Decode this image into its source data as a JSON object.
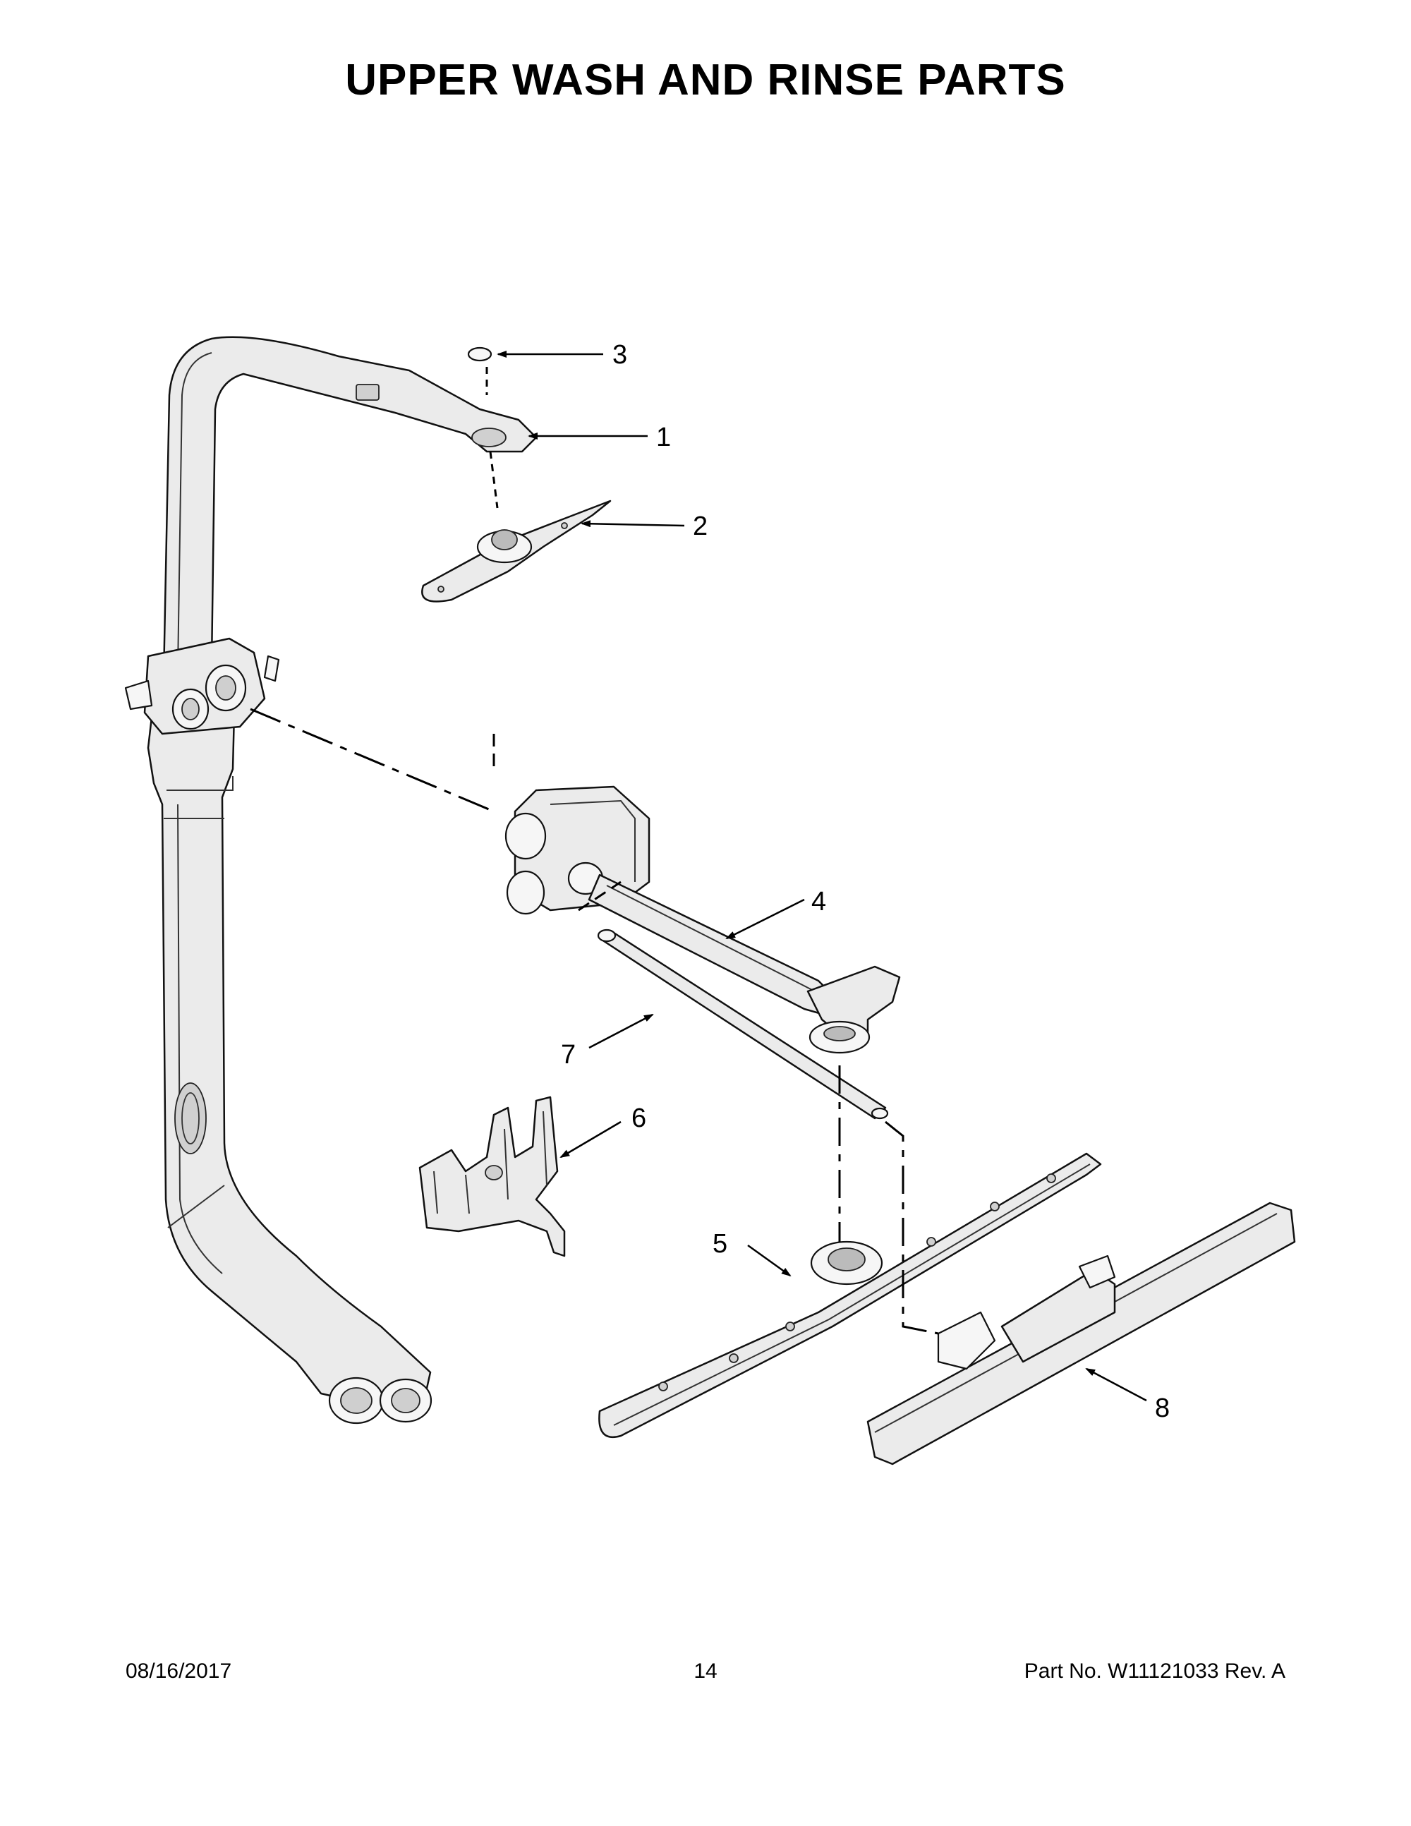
{
  "page": {
    "title": "UPPER WASH AND RINSE PARTS",
    "footer_date": "08/16/2017",
    "footer_page": "14",
    "footer_part": "Part No.  W11121033  Rev.  A"
  },
  "callouts": [
    {
      "id": "callout-1",
      "label": "1"
    },
    {
      "id": "callout-2",
      "label": "2"
    },
    {
      "id": "callout-3",
      "label": "3"
    },
    {
      "id": "callout-4",
      "label": "4"
    },
    {
      "id": "callout-5",
      "label": "5"
    },
    {
      "id": "callout-6",
      "label": "6"
    },
    {
      "id": "callout-7",
      "label": "7"
    },
    {
      "id": "callout-8",
      "label": "8"
    }
  ]
}
